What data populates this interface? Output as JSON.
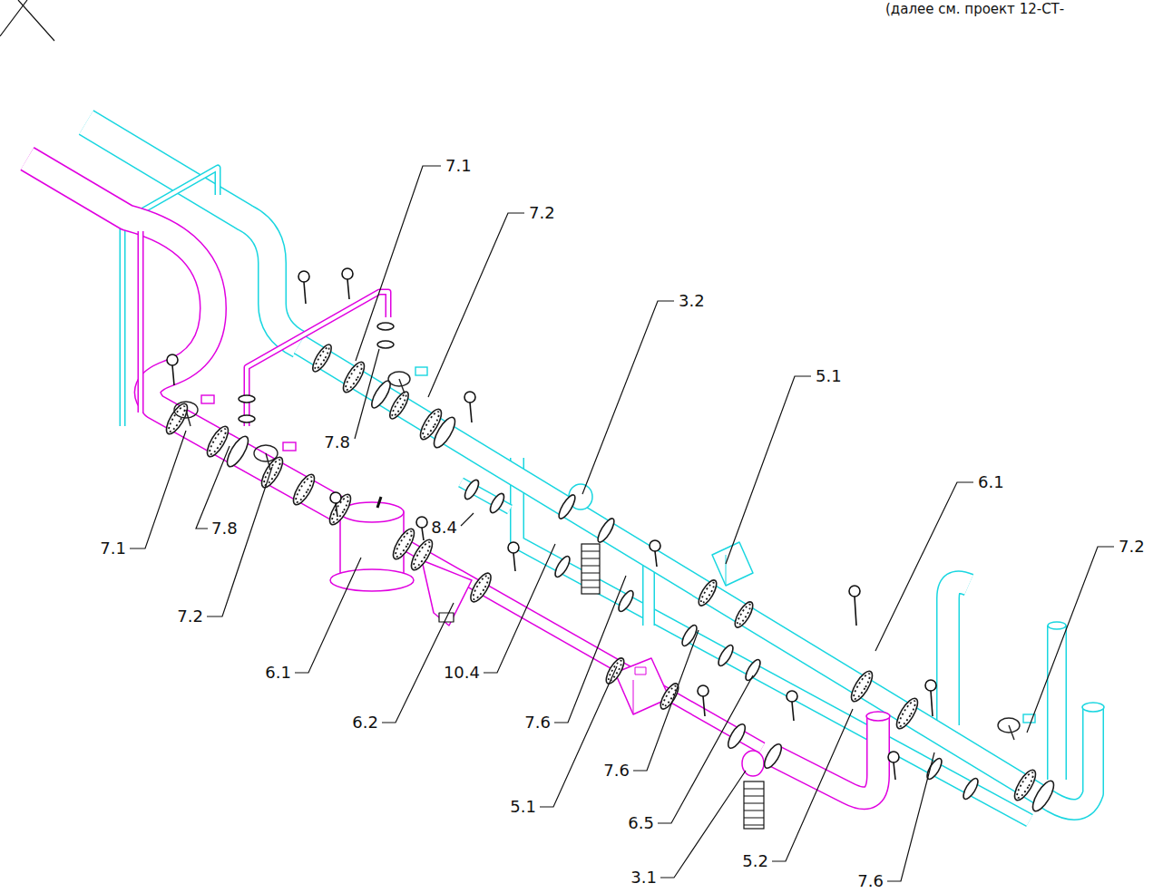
{
  "diagram": {
    "labels": [
      "(далее см. проект 12-СТ-",
      "7.1",
      "7.2",
      "3.2",
      "5.1",
      "7.8",
      "6.1",
      "8.4",
      "7.8",
      "7.1",
      "7.2",
      "7.2",
      "6.1",
      "10.4",
      "6.2",
      "7.6",
      "7.6",
      "5.1",
      "6.5",
      "5.2",
      "3.1",
      "7.6"
    ]
  }
}
